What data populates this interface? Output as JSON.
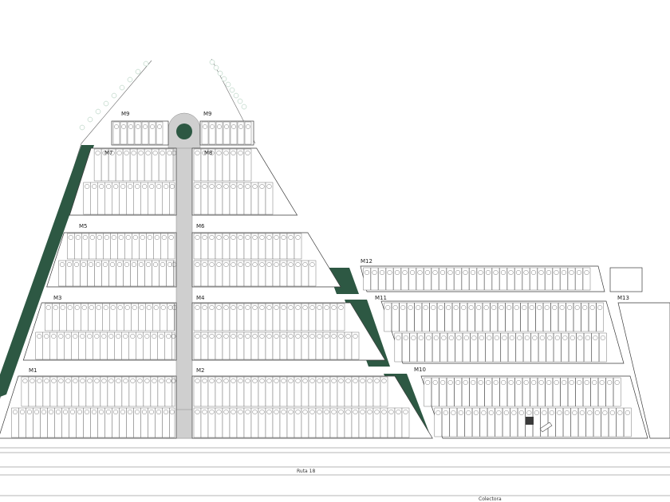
{
  "map": {
    "blocks": {
      "m1": "M1",
      "m2": "M2",
      "m3": "M3",
      "m4": "M4",
      "m5": "M5",
      "m6": "M6",
      "m7": "M7",
      "m8": "M8",
      "m9": "M9",
      "m10": "M10",
      "m11": "M11",
      "m12": "M12",
      "m13": "M13"
    },
    "roads": {
      "ruta": "Ruta 18",
      "colectora": "Colectora"
    },
    "colors": {
      "green_space": "#2d5843",
      "street": "#cfcfcf",
      "lot_outline": "#555555"
    }
  }
}
